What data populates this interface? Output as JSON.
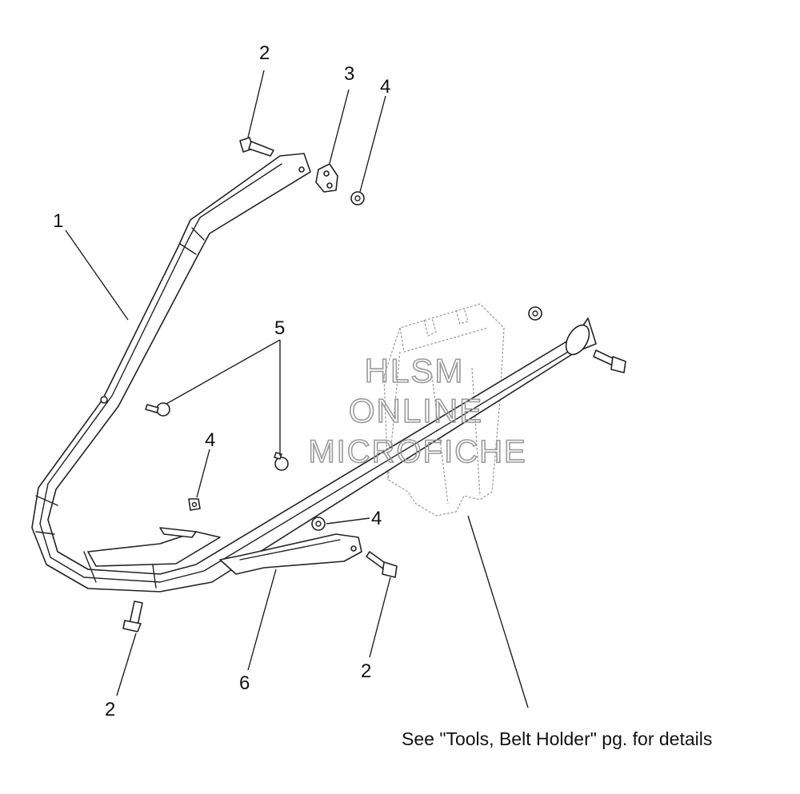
{
  "callouts": [
    {
      "id": "c1",
      "label": "1"
    },
    {
      "id": "c2a",
      "label": "2"
    },
    {
      "id": "c2b",
      "label": "2"
    },
    {
      "id": "c2c",
      "label": "2"
    },
    {
      "id": "c3",
      "label": "3"
    },
    {
      "id": "c4a",
      "label": "4"
    },
    {
      "id": "c4b",
      "label": "4"
    },
    {
      "id": "c4c",
      "label": "4"
    },
    {
      "id": "c5",
      "label": "5"
    },
    {
      "id": "c6",
      "label": "6"
    }
  ],
  "note": "See \"Tools, Belt Holder\" pg. for details",
  "watermark": {
    "line1": "HLSM",
    "line2": "ONLINE",
    "line3": "MICROFICHE",
    "color": "#9a9a9a"
  }
}
